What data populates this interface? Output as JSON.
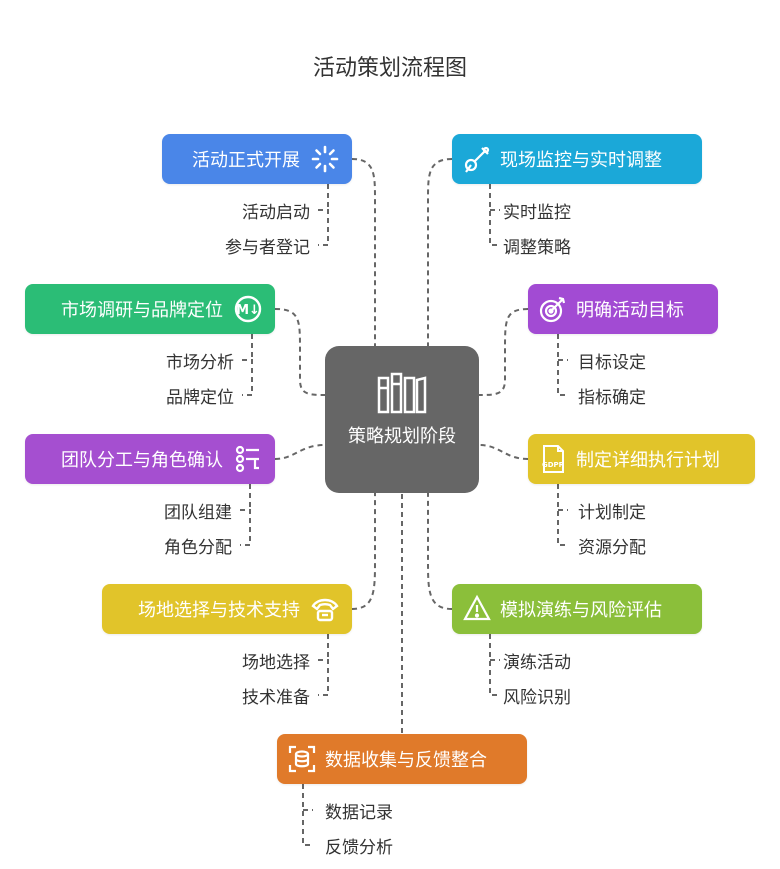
{
  "title": "活动策划流程图",
  "center": {
    "label": "策略规划阶段",
    "icon": "book-columns-icon"
  },
  "colors": {
    "blue": "#4a86e8",
    "cyan": "#1ba8d8",
    "purple": "#a24bd3",
    "green": "#2bbd76",
    "magenta": "#a54fd0",
    "yellow": "#e1c42a",
    "olive": "#8bbf3a",
    "orange": "#e07a2a",
    "connector": "#666666",
    "center": "#666666"
  },
  "nodes": {
    "launch": {
      "label": "活动正式开展",
      "icon": "loading-spinner-icon",
      "subs": [
        "活动启动",
        "参与者登记"
      ]
    },
    "monitor": {
      "label": "现场监控与实时调整",
      "icon": "satellite-icon",
      "subs": [
        "实时监控",
        "调整策略"
      ]
    },
    "market": {
      "label": "市场调研与品牌定位",
      "icon": "brand-badge-icon",
      "subs": [
        "市场分析",
        "品牌定位"
      ]
    },
    "goal": {
      "label": "明确活动目标",
      "icon": "target-icon",
      "subs": [
        "目标设定",
        "指标确定"
      ]
    },
    "team": {
      "label": "团队分工与角色确认",
      "icon": "team-roles-icon",
      "subs": [
        "团队组建",
        "角色分配"
      ]
    },
    "plan": {
      "label": "制定详细执行计划",
      "icon": "document-icon",
      "icon_text": "GDPR",
      "subs": [
        "计划制定",
        "资源分配"
      ]
    },
    "venue": {
      "label": "场地选择与技术支持",
      "icon": "telephone-icon",
      "subs": [
        "场地选择",
        "技术准备"
      ]
    },
    "drill": {
      "label": "模拟演练与风险评估",
      "icon": "warning-icon",
      "subs": [
        "演练活动",
        "风险识别"
      ]
    },
    "data": {
      "label": "数据收集与反馈整合",
      "icon": "data-scan-icon",
      "subs": [
        "数据记录",
        "反馈分析"
      ]
    }
  }
}
